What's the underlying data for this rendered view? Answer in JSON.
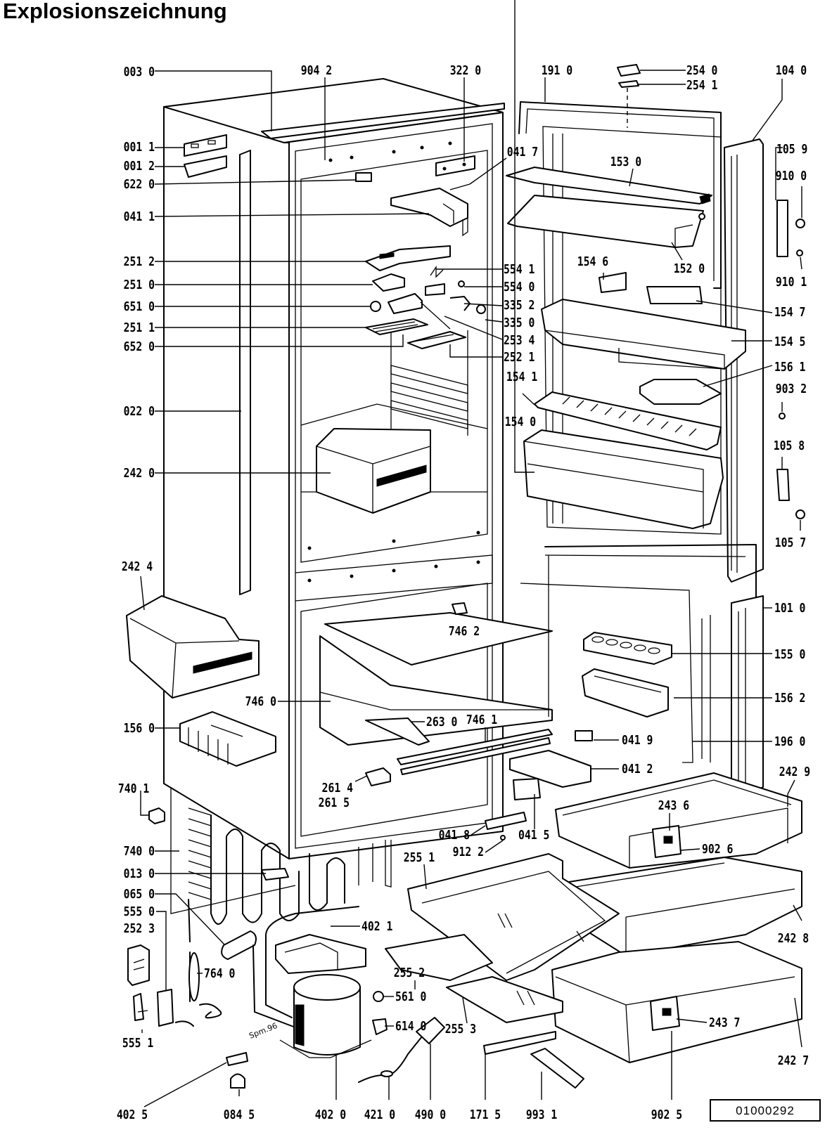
{
  "title": "Explosionszeichnung",
  "document_code": "01000292",
  "diagram_note": "Spm.96",
  "parts": {
    "p0030": "003 0",
    "p9042": "904 2",
    "p3220": "322 0",
    "p1910": "191 0",
    "p2540": "254 0",
    "p2541": "254 1",
    "p1040": "104 0",
    "p0011": "001 1",
    "p0012": "001 2",
    "p6220": "622 0",
    "p0411": "041 1",
    "p0417": "041 7",
    "p1530": "153 0",
    "p1059a": "105 9",
    "p9100": "910 0",
    "p1520": "152 0",
    "p9101": "910 1",
    "p2512": "251 2",
    "p2510": "251 0",
    "p6510": "651 0",
    "p2511": "251 1",
    "p6520": "652 0",
    "p5541": "554 1",
    "p5540": "554 0",
    "p3352": "335 2",
    "p3350": "335 0",
    "p2534": "253 4",
    "p2521": "252 1",
    "p1546": "154 6",
    "p1547": "154 7",
    "p1545": "154 5",
    "p1561": "156 1",
    "p9032": "903 2",
    "p1541": "154 1",
    "p0220": "022 0",
    "p1540": "154 0",
    "p2420": "242 0",
    "p1058": "105 8",
    "p1057": "105 7",
    "p2424": "242 4",
    "p1010": "101 0",
    "p7462": "746 2",
    "p1550": "155 0",
    "p1562": "156 2",
    "p7460": "746 0",
    "p2630": "263 0",
    "p7461": "746 1",
    "p1560": "156 0",
    "p0419": "041 9",
    "p1960": "196 0",
    "p0412": "041 2",
    "p2429": "242 9",
    "p7401": "740 1",
    "p2614": "261 4",
    "p2615": "261 5",
    "p2436": "243 6",
    "p0418": "041 8",
    "p0415": "041 5",
    "p9122": "912 2",
    "p9026": "902 6",
    "p7400": "740 0",
    "p2551": "255 1",
    "p0130": "013 0",
    "p0650": "065 0",
    "p5550": "555 0",
    "p2523": "252 3",
    "p4021": "402 1",
    "p2428": "242 8",
    "p7640": "764 0",
    "p2552": "255 2",
    "p5610": "561 0",
    "p6140": "614 0",
    "p2553": "255 3",
    "p2437": "243 7",
    "p5551": "555 1",
    "p2427": "242 7",
    "p4025": "402 5",
    "p0845": "084 5",
    "p4020": "402 0",
    "p4210": "421 0",
    "p4900": "490 0",
    "p1715": "171 5",
    "p9931": "993 1",
    "p9025": "902 5"
  }
}
